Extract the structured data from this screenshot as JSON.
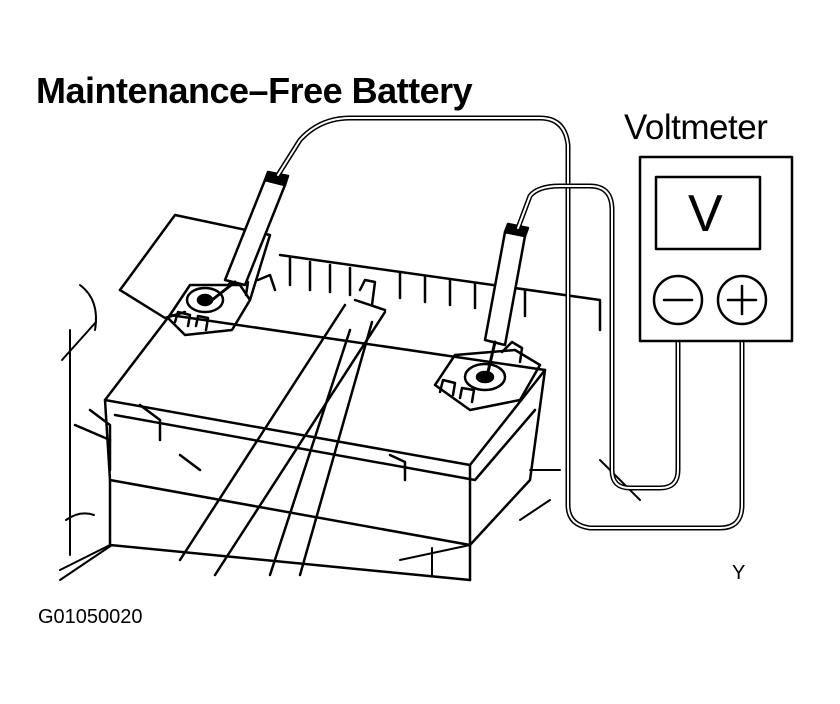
{
  "diagram": {
    "title": "Maintenance–Free Battery",
    "meter_label": "Voltmeter",
    "dial_symbol": "V",
    "negative_terminal_symbol": "−",
    "positive_terminal_symbol": "+",
    "figure_code": "G01050020",
    "corner_mark": "Y"
  },
  "colors": {
    "ink": "#000000",
    "paper": "#ffffff"
  }
}
